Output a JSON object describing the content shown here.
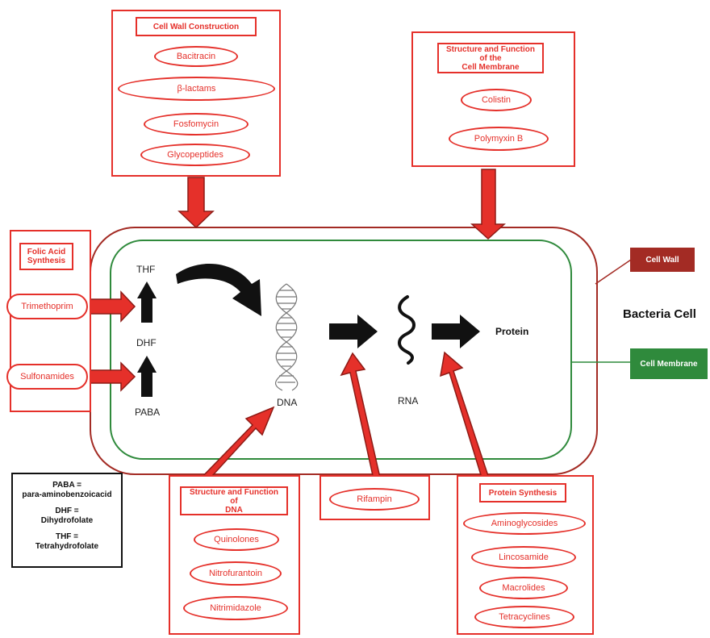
{
  "cell": {
    "title": "Bacteria Cell",
    "wall_label": "Cell Wall",
    "membrane_label": "Cell Membrane",
    "colors": {
      "wall": "#a32b24",
      "membrane": "#2f8a3c",
      "drug": "#e5302a",
      "pathway": "#111111"
    }
  },
  "cell_wall_construction": {
    "title": "Cell Wall Construction",
    "drugs": [
      "Bacitracin",
      "β-lactams",
      "Fosfomycin",
      "Glycopeptides"
    ]
  },
  "cell_membrane": {
    "title": "Structure and Function\nof the\nCell Membrane",
    "drugs": [
      "Colistin",
      "Polymyxin B"
    ]
  },
  "folic_acid": {
    "title": "Folic Acid\nSynthesis",
    "drugs": [
      "Trimethoprim",
      "Sulfonamides"
    ]
  },
  "pathway": {
    "thf": "THF",
    "dhf": "DHF",
    "paba": "PABA",
    "dna": "DNA",
    "rna": "RNA",
    "protein": "Protein"
  },
  "dna_box": {
    "title": "Structure and Function\nof\nDNA",
    "drugs": [
      "Quinolones",
      "Nitrofurantoin",
      "Nitrimidazole"
    ]
  },
  "rifampin_box": {
    "drug": "Rifampin"
  },
  "protein_box": {
    "title": "Protein Synthesis",
    "drugs": [
      "Aminoglycosides",
      "Lincosamide",
      "Macrolides",
      "Tetracyclines"
    ]
  },
  "legend": {
    "paba_abbr": "PABA =",
    "paba_full": "para-aminobenzoicacid",
    "dhf_abbr": "DHF =",
    "dhf_full": "Dihydrofolate",
    "thf_abbr": "THF =",
    "thf_full": "Tetrahydrofolate"
  }
}
